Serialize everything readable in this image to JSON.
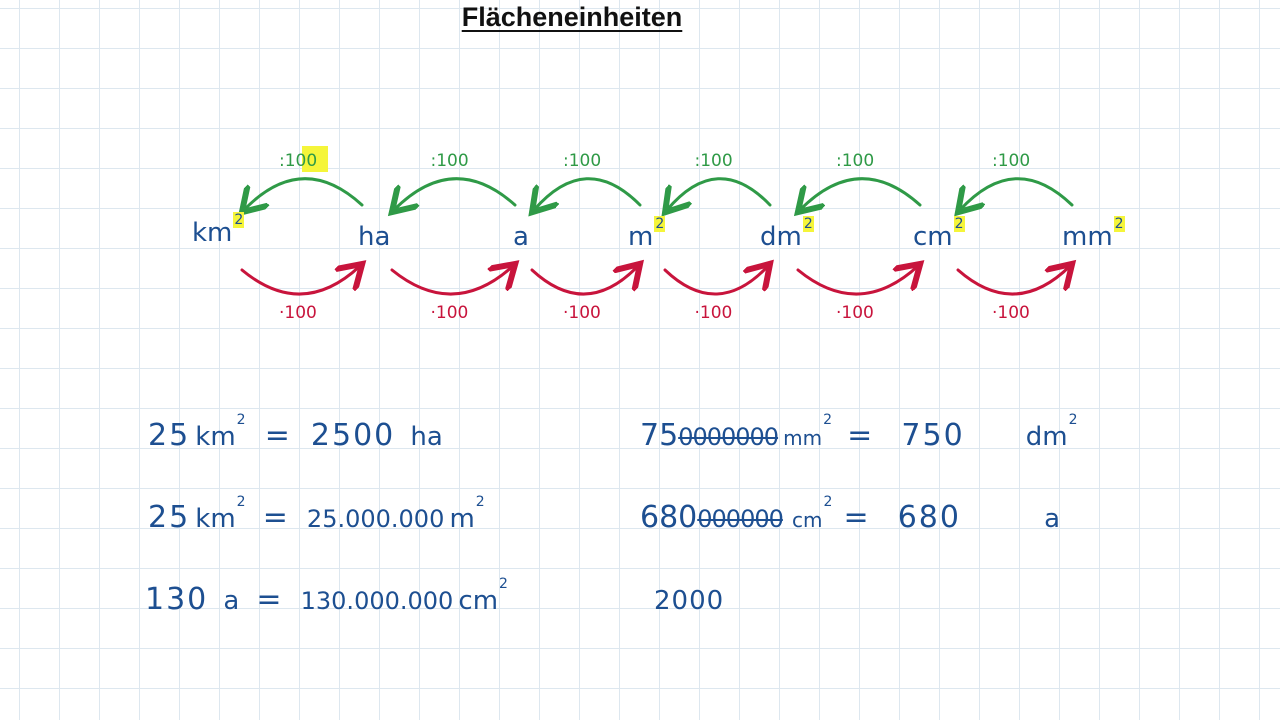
{
  "title": "Flächeneinheiten",
  "chain": {
    "units": [
      {
        "name": "km",
        "exp": "2"
      },
      {
        "name": "ha",
        "exp": ""
      },
      {
        "name": "a",
        "exp": ""
      },
      {
        "name": "m",
        "exp": "2"
      },
      {
        "name": "dm",
        "exp": "2"
      },
      {
        "name": "cm",
        "exp": "2"
      },
      {
        "name": "mm",
        "exp": "2"
      }
    ],
    "divide_label": ":100",
    "multiply_label": "·100"
  },
  "examples": {
    "left": [
      {
        "lhs_num": "25",
        "lhs_unit": "km",
        "lhs_exp": "2",
        "eq": "=",
        "rhs_num": "2500",
        "rhs_unit": "ha",
        "rhs_exp": ""
      },
      {
        "lhs_num": "25",
        "lhs_unit": "km",
        "lhs_exp": "2",
        "eq": "=",
        "rhs_num": "25.000.000",
        "rhs_unit": "m",
        "rhs_exp": "2"
      },
      {
        "lhs_num": "130",
        "lhs_unit": "a",
        "lhs_exp": "",
        "eq": "=",
        "rhs_num": "130.000.000",
        "rhs_unit": "cm",
        "rhs_exp": "2"
      }
    ],
    "right": [
      {
        "lhs_num": "75",
        "lhs_crossed": "0000000",
        "lhs_unit": "mm",
        "lhs_exp": "2",
        "eq": "=",
        "rhs_num": "750",
        "rhs_unit": "dm",
        "rhs_exp": "2"
      },
      {
        "lhs_num": "680",
        "lhs_crossed": "000000",
        "lhs_unit": "cm",
        "lhs_exp": "2",
        "eq": "=",
        "rhs_num": "680",
        "rhs_unit": "a",
        "rhs_exp": ""
      },
      {
        "lhs_num": "2000",
        "lhs_crossed": "",
        "lhs_unit": "",
        "lhs_exp": "",
        "eq": "",
        "rhs_num": "",
        "rhs_unit": "",
        "rhs_exp": ""
      }
    ]
  },
  "colors": {
    "ink": "#1d4f91",
    "green": "#2f9a47",
    "red": "#c8143c",
    "highlight": "#f5f53a"
  }
}
